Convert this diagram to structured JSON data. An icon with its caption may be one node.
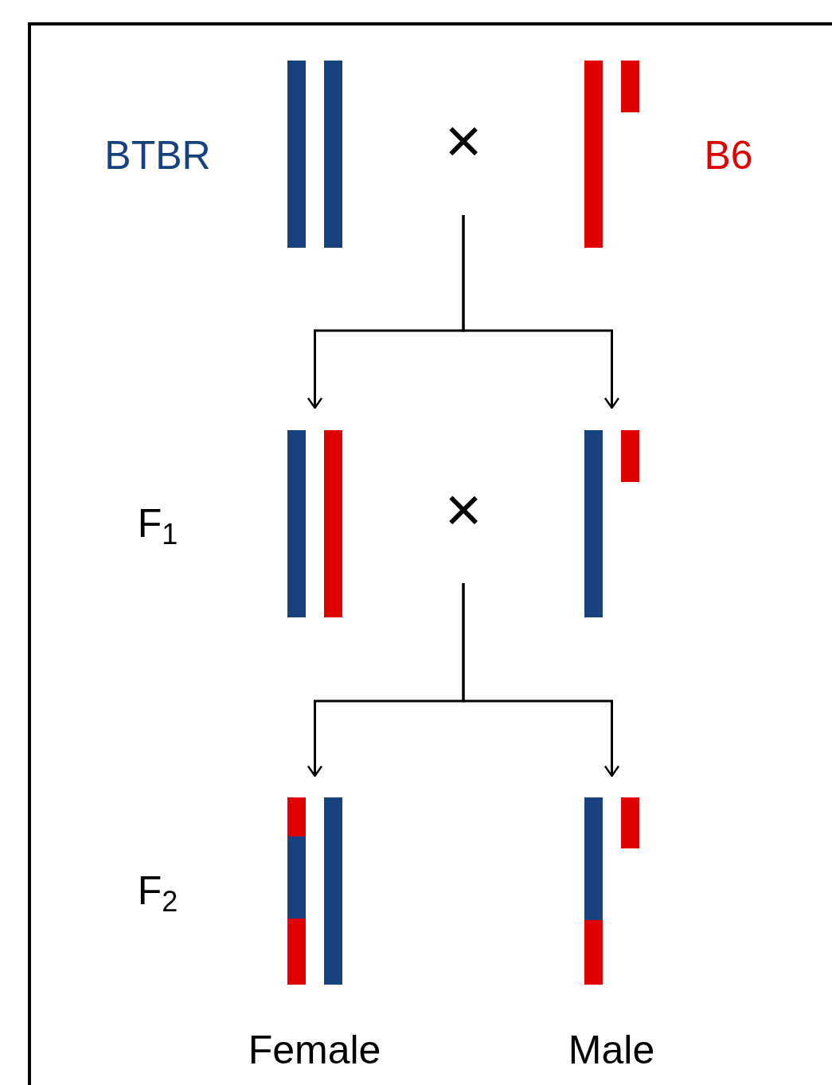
{
  "diagram": {
    "nodes": [
      {
        "text": [],
        "shape": "bar"
      },
      {
        "text": [
          "×"
        ]
      },
      {
        "text": [],
        "shape": "bar"
      },
      {
        "text": [],
        "shape": "bar"
      },
      {
        "text": [
          "×"
        ]
      },
      {
        "text": [],
        "shape": "bar"
      },
      {
        "text": [],
        "shape": "bar"
      },
      {
        "text": [],
        "shape": "bar"
      }
    ],
    "edges": [
      {
        "from": 1,
        "to": 3,
        "arrow": "to"
      },
      {
        "from": 1,
        "to": 5,
        "arrow": "to"
      },
      {
        "from": 4,
        "to": 6,
        "arrow": "to"
      },
      {
        "from": 4,
        "to": 7,
        "arrow": "to"
      }
    ],
    "labels": [
      "BTBR",
      "B6",
      "F$_{1}$",
      "F$_{2}$",
      "Female",
      "Male"
    ]
  }
}
